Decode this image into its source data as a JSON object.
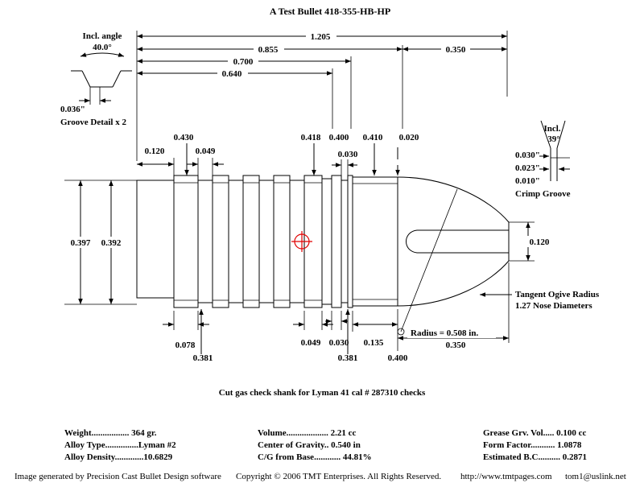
{
  "title": "A Test Bullet   418-355-HB-HP",
  "dims_top": {
    "d1205": "1.205",
    "d0855": "0.855",
    "d0350_top": "0.350",
    "d0700": "0.700",
    "d0640": "0.640"
  },
  "groove_detail": {
    "angle_label": "Incl. angle",
    "angle_value": "40.0°",
    "width": "0.036\"",
    "caption": "Groove Detail x 2"
  },
  "upper_dims": {
    "d0430": "0.430",
    "d0120": "0.120",
    "d0049": "0.049",
    "d0418": "0.418",
    "d0400": "0.400",
    "d0410": "0.410",
    "d0020": "0.020",
    "d0030": "0.030"
  },
  "crimp": {
    "angle_label": "Incl.",
    "angle_value": "39°",
    "d0030": "0.030\"",
    "d0023": "0.023\"",
    "d0010": "0.010\"",
    "caption": "Crimp Groove"
  },
  "side_dims": {
    "d0397": "0.397",
    "d0392": "0.392",
    "d0120_right": "0.120"
  },
  "ogive": {
    "line1": "Tangent Ogive Radius",
    "line2": "1.27  Nose Diameters",
    "radius": "Radius = 0.508 in."
  },
  "lower_dims": {
    "d0078": "0.078",
    "d0381a": "0.381",
    "d0049": "0.049",
    "d0030": "0.030",
    "d0381b": "0.381",
    "d0135": "0.135",
    "d0400": "0.400",
    "d0350": "0.350"
  },
  "note": "Cut gas check shank for Lyman 41 cal # 287310 checks",
  "stats": {
    "weight": "Weight.................  364 gr.",
    "alloy_type": "Alloy Type...............Lyman #2",
    "alloy_density": "Alloy Density.............10.6829",
    "volume": "Volume...................  2.21 cc",
    "cog": "Center of Gravity.. 0.540 in",
    "cg_base": "C/G from Base............ 44.81%",
    "grease": "Grease Grv. Vol..... 0.100 cc",
    "form_factor": "Form Factor........... 1.0878",
    "bc": "Estimated B.C.......... 0.2871"
  },
  "footer": {
    "generator": "Image generated by Precision Cast Bullet Design software",
    "copyright": "Copyright © 2006 TMT Enterprises. All Rights Reserved.",
    "url": "http://www.tmtpages.com",
    "email": "tom1@uslink.net"
  }
}
